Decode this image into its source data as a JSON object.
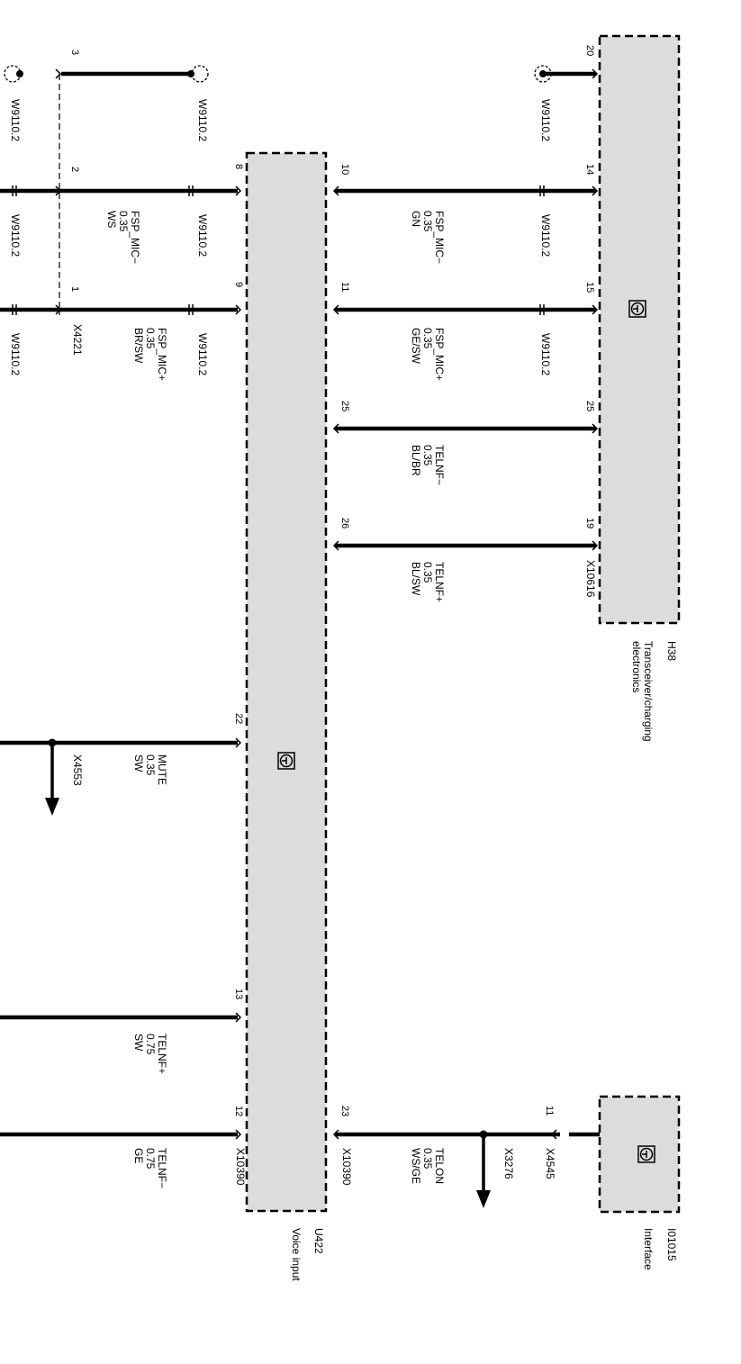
{
  "components": [
    {
      "id": "H38",
      "name": "Transceiver/charging electronics",
      "connector": "X10616",
      "ground_icon": "ground-symbol-icon"
    },
    {
      "id": "U422",
      "name": "Voice input",
      "connector_left": "X10390",
      "connector_right": "X10390",
      "ground_icon": "ground-symbol-icon"
    },
    {
      "id": "I01015",
      "name": "Interface",
      "connector": "X4545",
      "ground_icon": "ground-symbol-icon"
    }
  ],
  "pins": {
    "h38": [
      "20",
      "14",
      "15",
      "25",
      "19"
    ],
    "i01015": [
      "11"
    ],
    "u422_right": [
      "10",
      "11",
      "25",
      "26",
      "23"
    ],
    "u422_left": [
      "8",
      "9",
      "22",
      "13",
      "12"
    ],
    "x4221": [
      "3",
      "2",
      "1"
    ]
  },
  "splice_labels": {
    "w9110_2": "W9110.2",
    "x4221": "X4221",
    "x4553": "X4553",
    "x3276": "X3276"
  },
  "wires": [
    {
      "signal": "FSP_MIC−",
      "gauge": "0.35",
      "color": "GN"
    },
    {
      "signal": "FSP_MIC+",
      "gauge": "0.35",
      "color": "GE/SW"
    },
    {
      "signal": "TELNF−",
      "gauge": "0.35",
      "color": "BL/BR"
    },
    {
      "signal": "TELNF+",
      "gauge": "0.35",
      "color": "BL/SW"
    },
    {
      "signal": "TELON",
      "gauge": "0.35",
      "color": "WS/GE"
    },
    {
      "signal": "FSP_MIC−",
      "gauge": "0.35",
      "color": "WS"
    },
    {
      "signal": "FSP_MIC+",
      "gauge": "0.35",
      "color": "BR/SW"
    },
    {
      "signal": "MUTE",
      "gauge": "0.35",
      "color": "SW"
    },
    {
      "signal": "TELNF+",
      "gauge": "0.75",
      "color": "SW"
    },
    {
      "signal": "TELNF−",
      "gauge": "0.75",
      "color": "GE"
    }
  ],
  "colors": {
    "component_fill": "#dcdcdc",
    "line": "#000000",
    "background": "#ffffff"
  }
}
